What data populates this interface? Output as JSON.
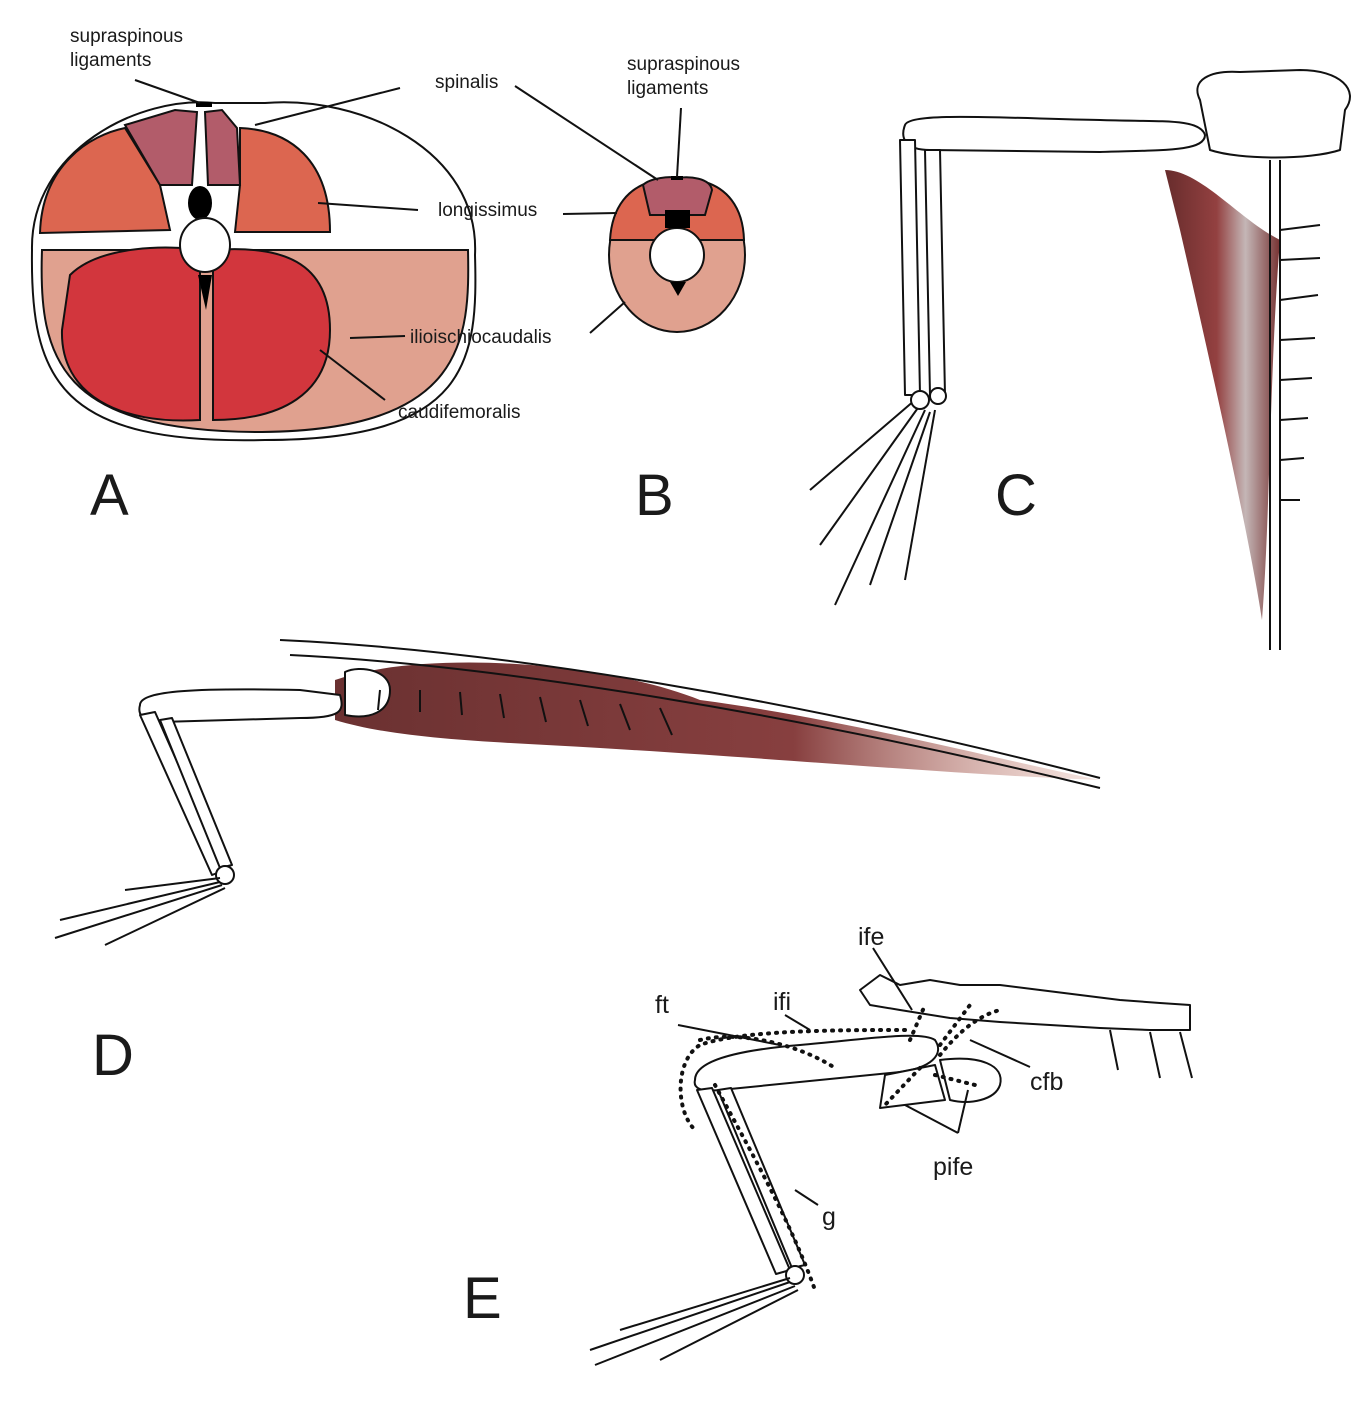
{
  "figure": {
    "panels": [
      {
        "id": "A",
        "label": "A"
      },
      {
        "id": "B",
        "label": "B"
      },
      {
        "id": "C",
        "label": "C"
      },
      {
        "id": "D",
        "label": "D"
      },
      {
        "id": "E",
        "label": "E"
      }
    ],
    "panel_a": {
      "labels": {
        "supraspinous": "supraspinous",
        "ligaments": "ligaments",
        "spinalis": "spinalis",
        "longissimus": "longissimus",
        "ilioischiocaudalis": "ilioischiocaudalis",
        "caudifemoralis": "caudifemoralis"
      }
    },
    "panel_b": {
      "labels": {
        "supraspinous": "supraspinous",
        "ligaments": "ligaments"
      }
    },
    "panel_e": {
      "labels": {
        "ife": "ife",
        "ifi": "ifi",
        "ft": "ft",
        "cfb": "cfb",
        "pife": "pife",
        "g": "g"
      }
    },
    "colors": {
      "spinalis": "#b25c6a",
      "longissimus": "#dc6650",
      "ilioischiocaudalis": "#e0a18f",
      "caudifemoralis": "#d2363d",
      "muscle_shade": "#7a2a2a"
    }
  }
}
